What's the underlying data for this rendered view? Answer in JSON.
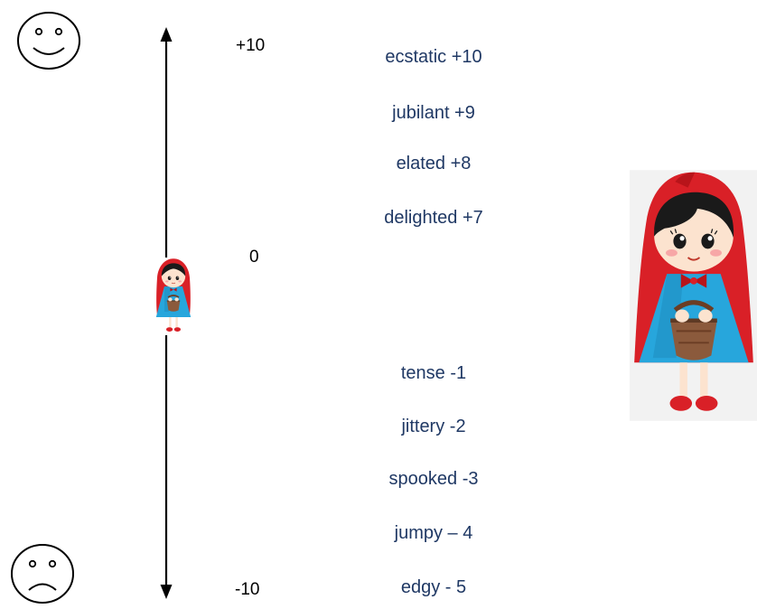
{
  "scale": {
    "top_label": "+10",
    "middle_label": "0",
    "bottom_label": "-10"
  },
  "faces": {
    "top": "smiley-face-icon",
    "bottom": "frowning-face-icon"
  },
  "words": {
    "positive": [
      "ecstatic +10",
      "jubilant +9",
      "elated +8",
      "delighted +7"
    ],
    "negative": [
      "tense -1",
      "jittery -2",
      "spooked -3",
      "jumpy – 4",
      "edgy - 5"
    ]
  },
  "colors": {
    "word_text": "#1f3864",
    "hood": "#d92027",
    "dress": "#27a6dc",
    "basket": "#8b5a3c"
  },
  "images": {
    "small_marker": "red-riding-hood-marker",
    "large_illustration": "red-riding-hood-illustration"
  }
}
